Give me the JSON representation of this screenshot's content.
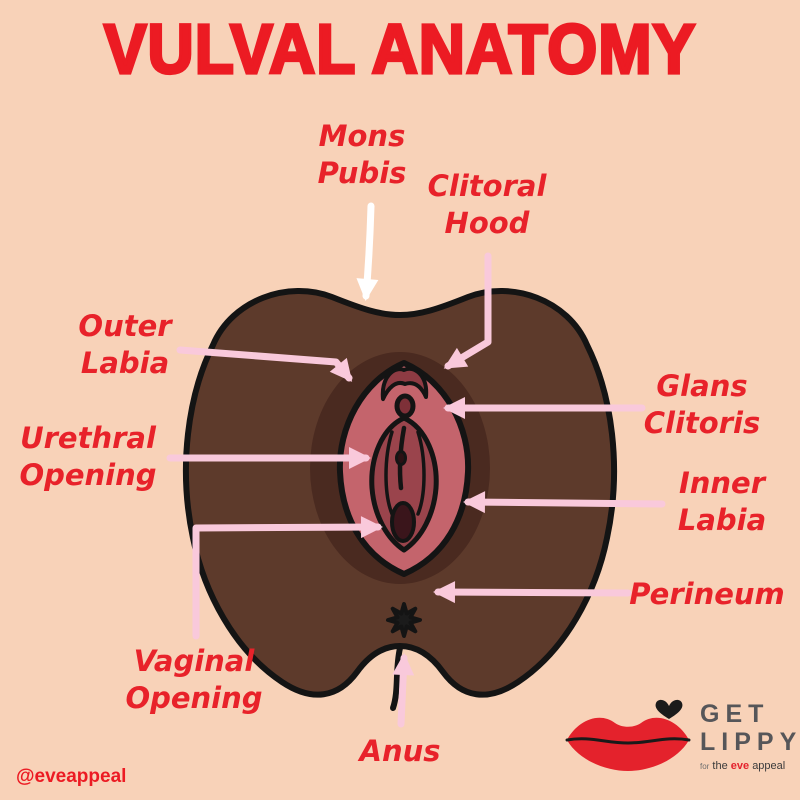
{
  "title": "VULVAL ANATOMY",
  "watermark": "@eveappeal",
  "labels": {
    "mons_pubis": "Mons\nPubis",
    "clitoral_hood": "Clitoral\nHood",
    "outer_labia": "Outer\nLabia",
    "urethral_opening": "Urethral\nOpening",
    "glans_clitoris": "Glans\nClitoris",
    "inner_labia": "Inner\nLabia",
    "perineum": "Perineum",
    "vaginal_opening": "Vaginal\nOpening",
    "anus": "Anus"
  },
  "logo": {
    "line1": "GET",
    "line2": "LIPPY",
    "tagline": {
      "for": "for",
      "the": "the ",
      "eve": "eve ",
      "appeal": "appeal"
    }
  },
  "colors": {
    "background": "#F8D2B8",
    "title_red": "#EC1B23",
    "label_red": "#E8222A",
    "arrow_pink": "#F9C9DB",
    "arrow_white": "#FFFFFF",
    "skin_brown": "#5D3A2B",
    "skin_shadow": "#4A2A20",
    "vulva_pink": "#C4646C",
    "labia_red": "#9A444C",
    "opening_dark": "#3A151B",
    "outline_black": "#141414",
    "lips_red": "#E4222C"
  }
}
